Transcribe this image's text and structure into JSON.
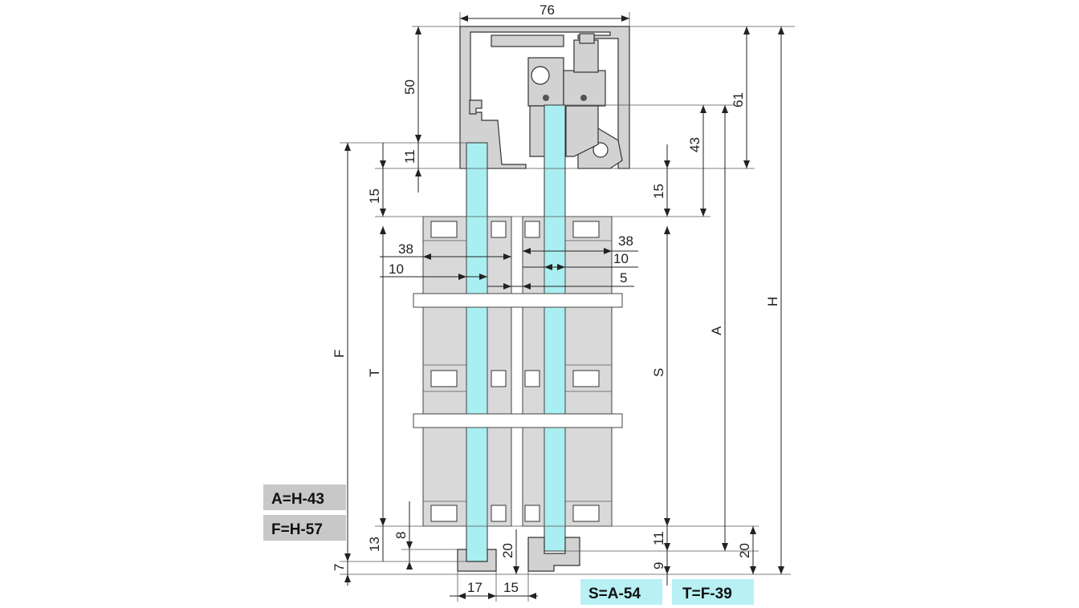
{
  "dims": {
    "top_width": "76",
    "d50": "50",
    "d11_top": "11",
    "d15_left": "15",
    "d61": "61",
    "d43": "43",
    "d15_right": "15",
    "d38_left": "38",
    "d10_left": "10",
    "d38_right": "38",
    "d10_right": "10",
    "d5": "5",
    "F": "F",
    "T": "T",
    "S": "S",
    "A": "A",
    "H": "H",
    "d8": "8",
    "d13": "13",
    "d7": "7",
    "d20_left": "20",
    "d11_bottom": "11",
    "d9": "9",
    "d20_right": "20",
    "d17": "17",
    "d15_bottom": "15"
  },
  "formulas": {
    "a_eq": "A=H-43",
    "f_eq": "F=H-57",
    "s_eq": "S=A-54",
    "t_eq": "T=F-39"
  },
  "colors": {
    "glass": "#a9eef0",
    "profile": "#d2d2d2",
    "formula_grey": "#c8c8c8",
    "formula_cyan": "#b8f0f4"
  }
}
